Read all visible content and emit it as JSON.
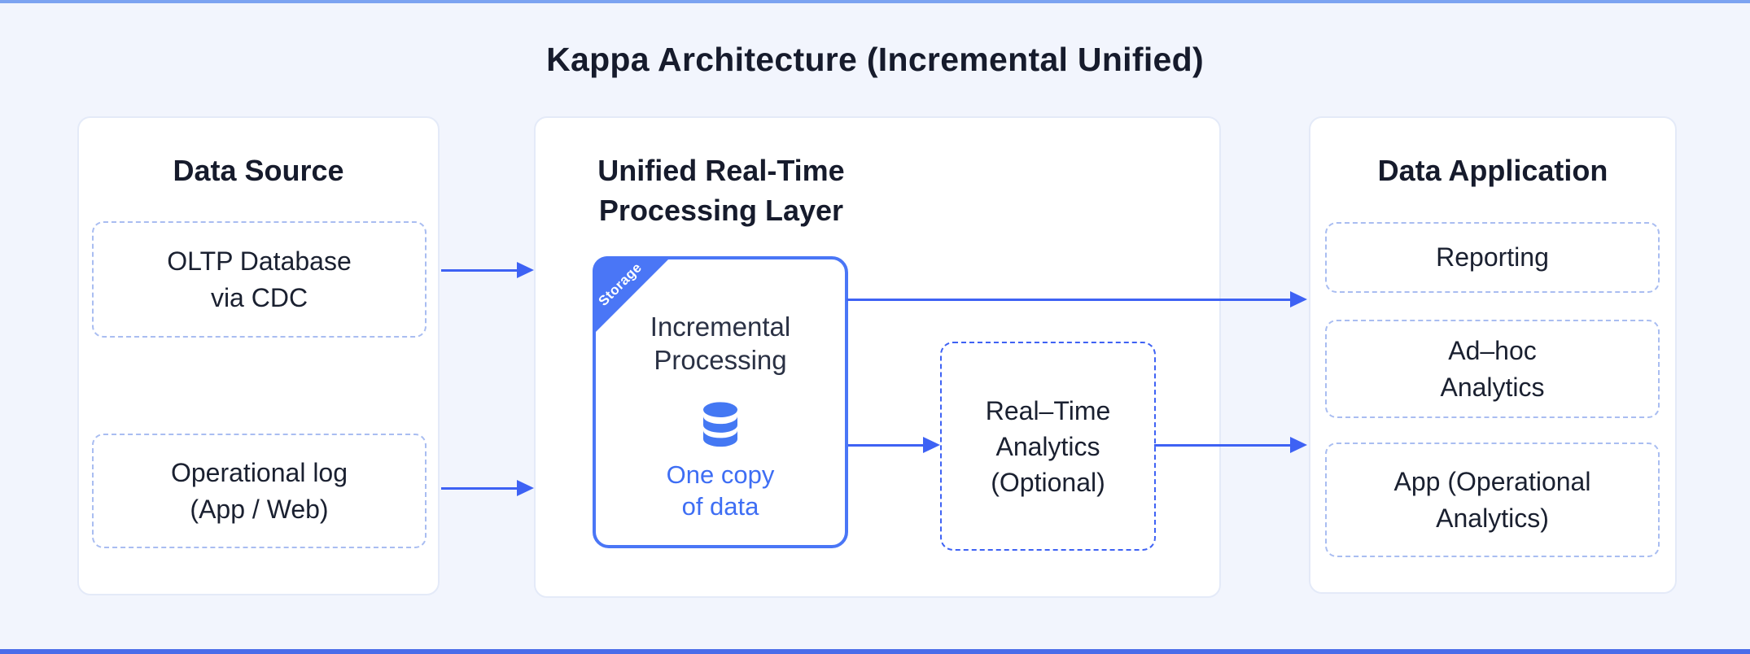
{
  "title": "Kappa Architecture (Incremental Unified)",
  "source_panel": {
    "title": "Data Source",
    "items": [
      "OLTP Database\nvia CDC",
      "Operational log\n(App / Web)"
    ]
  },
  "processing_panel": {
    "title": "Unified Real-Time\nProcessing Layer",
    "storage_badge": "Storage",
    "incremental_label": "Incremental\nProcessing",
    "one_copy_label": "One copy\nof data",
    "realtime_label": "Real–Time\nAnalytics\n(Optional)"
  },
  "application_panel": {
    "title": "Data Application",
    "items": [
      "Reporting",
      "Ad–hoc\nAnalytics",
      "App (Operational\nAnalytics)"
    ]
  },
  "colors": {
    "accent_blue": "#3E62F4",
    "solid_box_border": "#4A76F6",
    "light_dashed_border": "#A9BDF1",
    "background": "#F2F5FD",
    "text_dark": "#161B2C",
    "one_copy_text": "#3E6EF4",
    "top_bar": "#7CA3F1",
    "bottom_bar": "#4A6CE9"
  }
}
